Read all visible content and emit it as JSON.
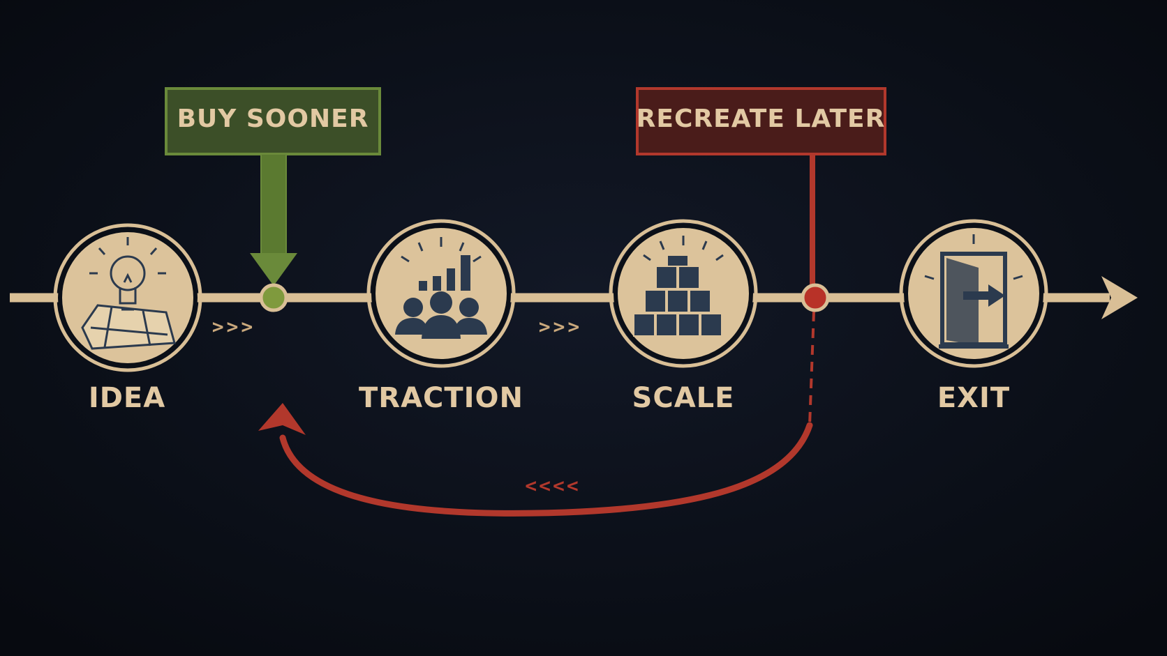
{
  "colors": {
    "background": "#0b0f17",
    "beige": "#e2c9a3",
    "circle_fill": "#dcc39b",
    "icon_navy": "#2b3a4e",
    "green": "#6a8a3a",
    "green_box": "#3c4f28",
    "red": "#c0392b",
    "red_box": "#4a1c1a"
  },
  "stages": [
    {
      "label": "IDEA",
      "icon": "lightbulb-blueprint-icon"
    },
    {
      "label": "TRACTION",
      "icon": "people-growth-chart-icon"
    },
    {
      "label": "SCALE",
      "icon": "stacked-cubes-icon"
    },
    {
      "label": "EXIT",
      "icon": "exit-door-icon"
    }
  ],
  "callouts": {
    "buy": {
      "label": "BUY SOONER",
      "color": "green"
    },
    "recreate": {
      "label": "RECREATE LATER",
      "color": "red"
    }
  },
  "chevrons": {
    "forward": ">>>",
    "back": "<<<<"
  }
}
